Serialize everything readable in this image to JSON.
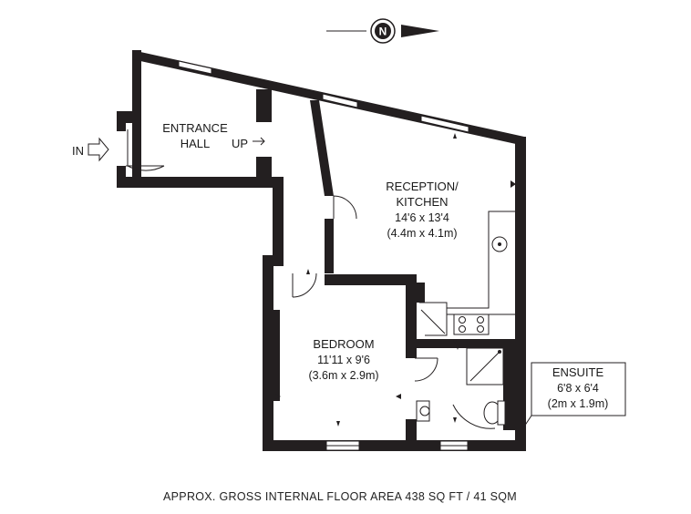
{
  "compass": {
    "letter": "N"
  },
  "entrance": {
    "in_label": "IN"
  },
  "rooms": {
    "entrance_hall": {
      "line1": "ENTRANCE",
      "line2": "HALL",
      "up_label": "UP"
    },
    "reception": {
      "name1": "RECEPTION/",
      "name2": "KITCHEN",
      "imperial": "14'6 x 13'4",
      "metric": "(4.4m x 4.1m)"
    },
    "bedroom": {
      "name": "BEDROOM",
      "imperial": "11'11 x 9'6",
      "metric": "(3.6m x 2.9m)"
    },
    "ensuite": {
      "name": "ENSUITE",
      "imperial": "6'8 x 6'4",
      "metric": "(2m x 1.9m)"
    }
  },
  "footer": {
    "area_text": "APPROX. GROSS INTERNAL FLOOR AREA 438 SQ FT / 41 SQM"
  },
  "colors": {
    "wall": "#231f20",
    "background": "#ffffff"
  }
}
